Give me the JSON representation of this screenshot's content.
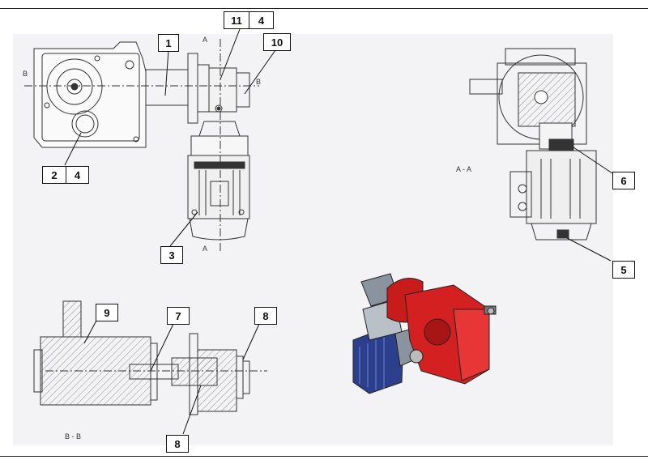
{
  "callouts": {
    "c1": [
      "1"
    ],
    "c11_4": [
      "11",
      "4"
    ],
    "c10": [
      "10"
    ],
    "c2_4": [
      "2",
      "4"
    ],
    "c3": [
      "3"
    ],
    "c6": [
      "6"
    ],
    "c5": [
      "5"
    ],
    "c9": [
      "9"
    ],
    "c7": [
      "7"
    ],
    "c8_top": [
      "8"
    ],
    "c8_bottom": [
      "8"
    ]
  },
  "captions": {
    "section_aa": "A - A",
    "section_bb": "B - B",
    "mark_a": "A",
    "mark_b": "B"
  },
  "colors": {
    "line": "#333333",
    "hatch": "#666666",
    "housing_red": "#d42020",
    "motor_blue": "#2b3f8c",
    "adapter_grey": "#9aa3ad"
  }
}
